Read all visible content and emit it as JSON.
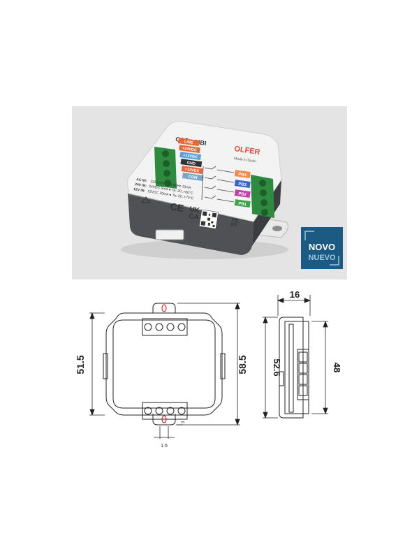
{
  "photo": {
    "brand_casambi": "CAS▲MBI",
    "brand_olfer": "OLFER",
    "made_in": "Made in Spain",
    "terminals_left": [
      "LINE",
      "+24VDC",
      "+12VDC",
      "GND",
      "+12VDC",
      "COM"
    ],
    "terminals_right": [
      "PB4",
      "PB3",
      "PB2",
      "PB1"
    ],
    "spec_labels": [
      "AC IN:",
      "24V IN:",
      "12V IN:"
    ],
    "spec_values": [
      "110-240V~ 50-60Hz 10mA",
      "24VDC 5mA ● Ta:-20..+60°C",
      "12VDC 20mA ● Ta:-20..+70°C"
    ],
    "cert_marks": [
      "CE",
      "UK",
      "CA"
    ],
    "badge": {
      "line1": "NOVO",
      "line2": "NUEVO",
      "color": "#1b5a82",
      "line2_color": "#9fc6e3"
    },
    "colors": {
      "background": "#e4e4e4",
      "housing_top": "#f3f3f3",
      "housing_side": "#4f5154",
      "terminal_green": "#2e8a3e",
      "line_label": "#e8673a",
      "pb4": "#f08a4b",
      "pb3": "#3b63c4",
      "pb2": "#c03fae",
      "pb1": "#3fa14a"
    }
  },
  "drawing": {
    "dimensions": {
      "width_front": "51.5",
      "height_front": "58.5",
      "side_depth": "16",
      "side_height_outer": "52.6",
      "side_height_inner": "48",
      "ear_offset": "3",
      "hole": "1.5"
    }
  }
}
